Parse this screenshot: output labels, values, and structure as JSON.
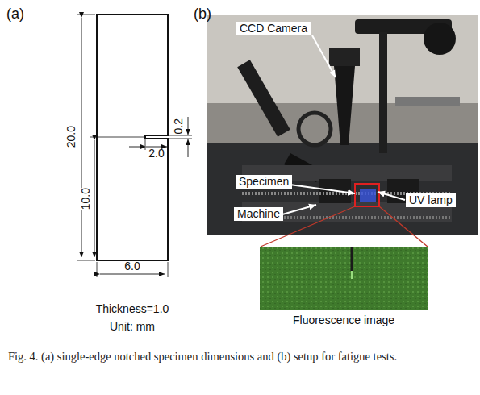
{
  "diagram": {
    "caption": "Fig. 4. (a) single-edge notched specimen dimensions and (b) setup for fatigue tests.",
    "labels": [
      "(a)",
      "(b)",
      "20.0",
      "0.2",
      "10.0",
      "2.0",
      "6.0",
      "Thickness=1.0",
      "Unit: mm",
      "CCD Camera",
      "Specimen",
      "UV lamp",
      "Machine",
      "Fluorescence image"
    ]
  }
}
